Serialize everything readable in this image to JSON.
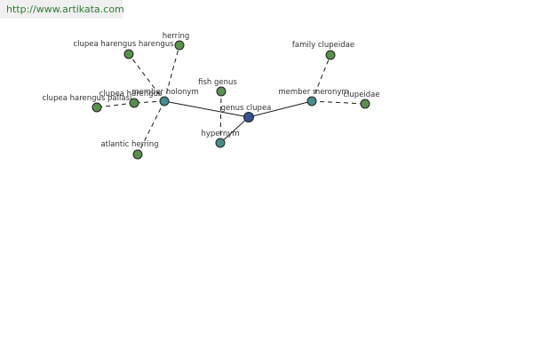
{
  "url": "http://www.artikata.com",
  "colors": {
    "center": "#3a4f8f",
    "relation": "#4a8a8a",
    "term": "#5a8f50"
  },
  "nodes": [
    {
      "id": "genus-clupea",
      "label": "genus clupea",
      "kind": "center"
    },
    {
      "id": "member-holonym",
      "label": "member holonym",
      "kind": "relation"
    },
    {
      "id": "member-meronym",
      "label": "member meronym",
      "kind": "relation"
    },
    {
      "id": "hypernym",
      "label": "hypernym",
      "kind": "relation"
    },
    {
      "id": "clupea-harengus-harengus",
      "label": "clupea harengus harengus",
      "kind": "term"
    },
    {
      "id": "herring",
      "label": "herring",
      "kind": "term"
    },
    {
      "id": "clupea-harengus-pallasi",
      "label": "clupea harengus pallasi",
      "kind": "term"
    },
    {
      "id": "clupea-harengus",
      "label": "clupea harengus",
      "kind": "term"
    },
    {
      "id": "atlantic-herring",
      "label": "atlantic herring",
      "kind": "term"
    },
    {
      "id": "fish-genus",
      "label": "fish genus",
      "kind": "term"
    },
    {
      "id": "family-clupeidae",
      "label": "family clupeidae",
      "kind": "term"
    },
    {
      "id": "clupeidae",
      "label": "clupeidae",
      "kind": "term"
    }
  ],
  "edges": [
    {
      "from": "genus-clupea",
      "to": "member-holonym",
      "style": "solid"
    },
    {
      "from": "genus-clupea",
      "to": "member-meronym",
      "style": "solid"
    },
    {
      "from": "genus-clupea",
      "to": "hypernym",
      "style": "solid"
    },
    {
      "from": "member-holonym",
      "to": "clupea-harengus-harengus",
      "style": "dashed"
    },
    {
      "from": "member-holonym",
      "to": "herring",
      "style": "dashed"
    },
    {
      "from": "member-holonym",
      "to": "clupea-harengus",
      "style": "dashed"
    },
    {
      "from": "member-holonym",
      "to": "atlantic-herring",
      "style": "dashed"
    },
    {
      "from": "clupea-harengus",
      "to": "clupea-harengus-pallasi",
      "style": "dashed"
    },
    {
      "from": "member-meronym",
      "to": "family-clupeidae",
      "style": "dashed"
    },
    {
      "from": "member-meronym",
      "to": "clupeidae",
      "style": "dashed"
    },
    {
      "from": "hypernym",
      "to": "fish-genus",
      "style": "dashed"
    }
  ]
}
